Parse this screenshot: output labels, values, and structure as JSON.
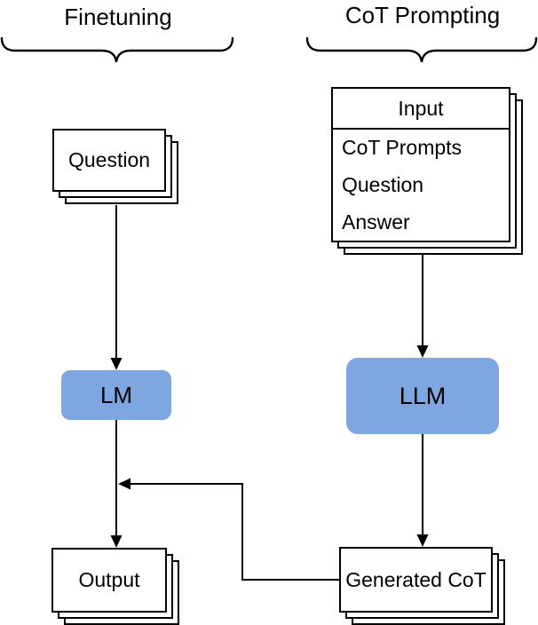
{
  "diagram": {
    "background_color": "#ffffff",
    "line_color": "#000000",
    "node_fill_color": "#7EA6E0"
  },
  "finetuning": {
    "title": "Finetuning",
    "question_card_label": "Question",
    "model_label": "LM",
    "output_card_label": "Output"
  },
  "cot_prompting": {
    "title": "CoT Prompting",
    "input_card": {
      "header": "Input",
      "rows": [
        "CoT Prompts",
        "Question",
        "Answer"
      ]
    },
    "model_label": "LLM",
    "generated_card_label": "Generated CoT"
  }
}
